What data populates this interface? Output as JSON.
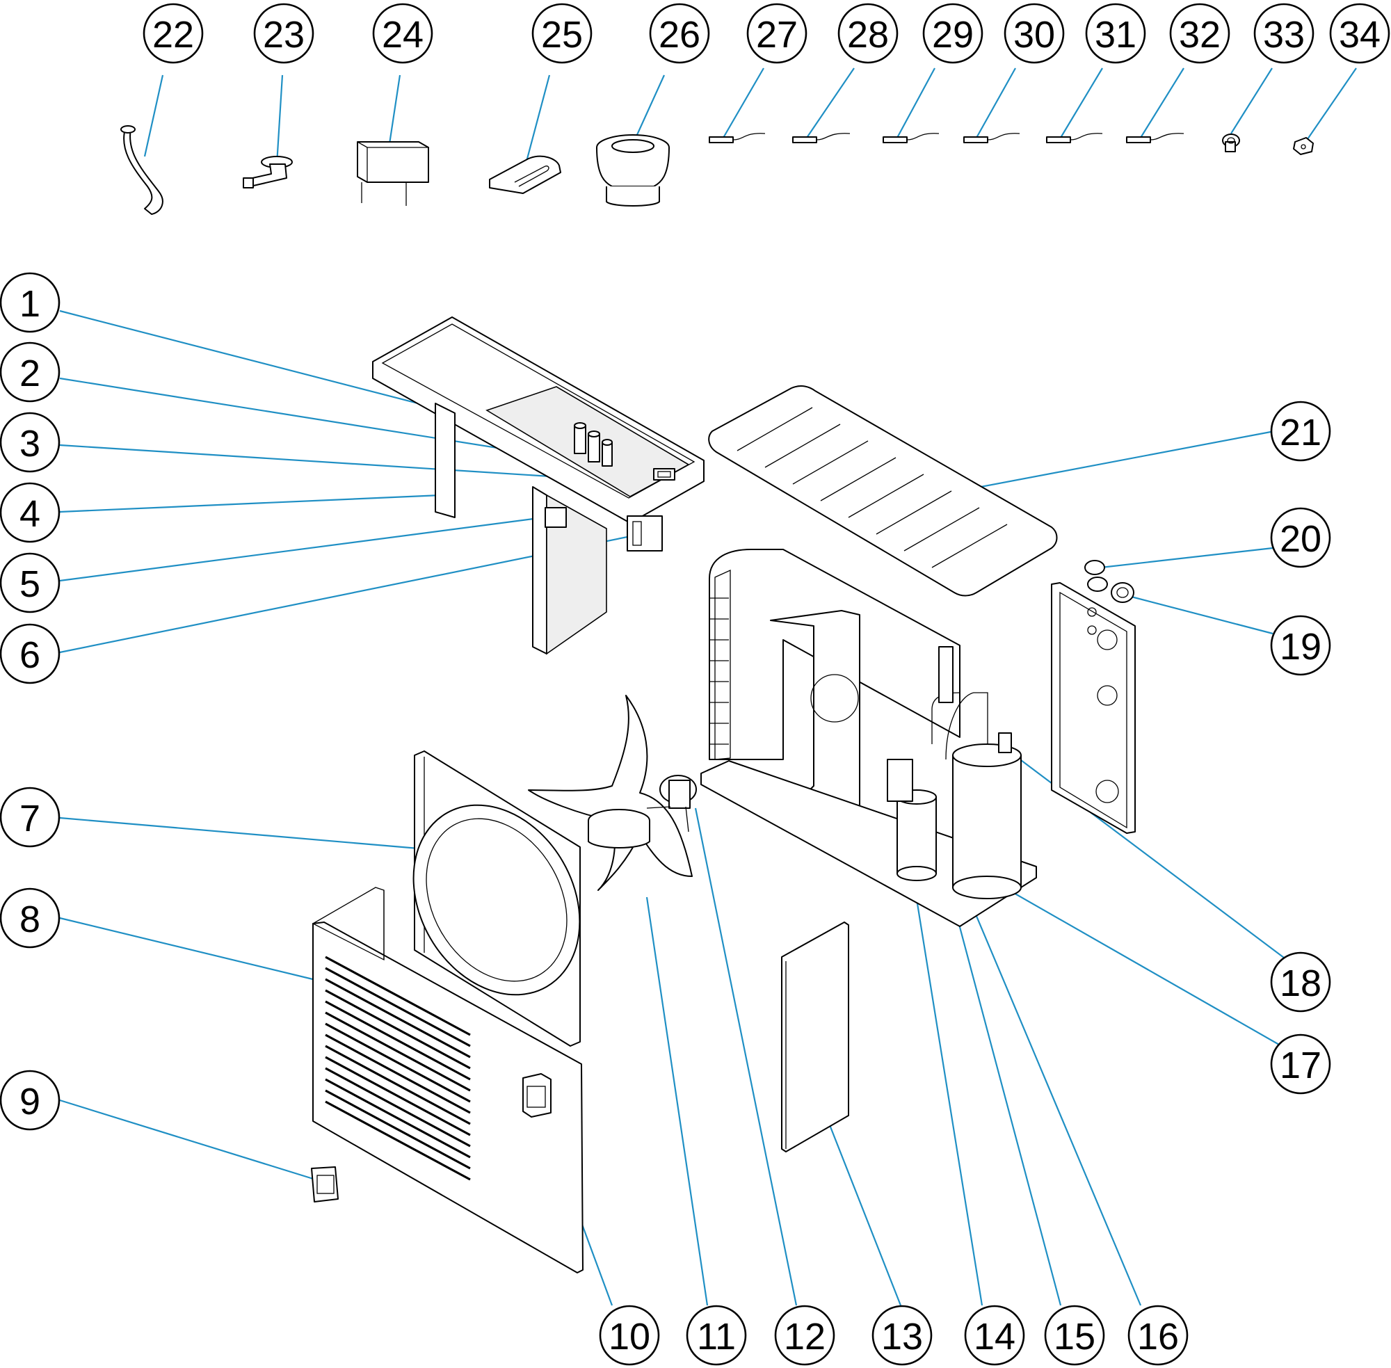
{
  "diagram": {
    "callout_labels": [
      "1",
      "2",
      "3",
      "4",
      "5",
      "6",
      "7",
      "8",
      "9",
      "10",
      "11",
      "12",
      "13",
      "14",
      "15",
      "16",
      "17",
      "18",
      "19",
      "20",
      "21",
      "22",
      "23",
      "24",
      "25",
      "26",
      "27",
      "28",
      "29",
      "30",
      "31",
      "32",
      "33",
      "34"
    ],
    "accent_color": "#1f8fc4",
    "line_color": "#000000",
    "background": "#ffffff"
  }
}
